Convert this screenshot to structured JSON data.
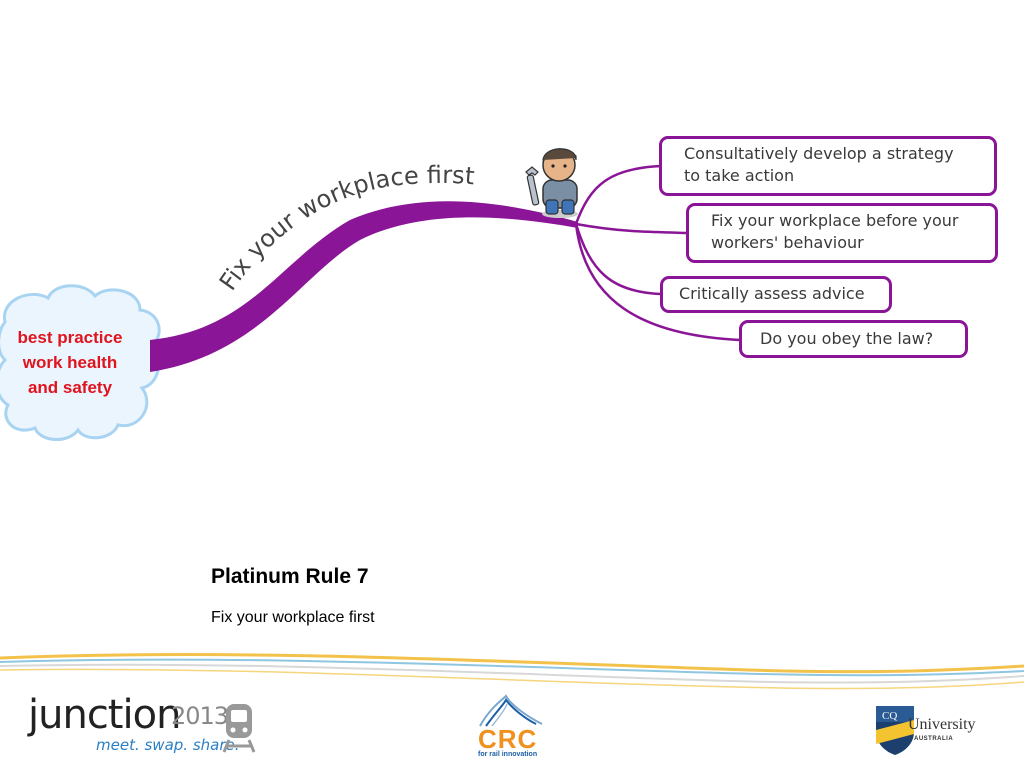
{
  "mindmap": {
    "center": {
      "label_line1": "best practice",
      "label_line2": "work health",
      "label_line3": "and safety"
    },
    "branch": {
      "label": "Fix your workplace first",
      "icon": "worker-with-wrench-icon",
      "color": "#8a1596"
    },
    "children": [
      {
        "line1": "Consultatively develop a strategy",
        "line2": "to take action"
      },
      {
        "line1": "Fix your workplace before your",
        "line2": "workers' behaviour"
      },
      {
        "line1": "Critically assess advice"
      },
      {
        "line1": "Do you obey the law?"
      }
    ]
  },
  "slide": {
    "title": "Platinum Rule 7",
    "subtitle": "Fix your workplace first"
  },
  "footer": {
    "junction": {
      "word": "junction",
      "year": "2013",
      "tagline": "meet. swap. share."
    },
    "crc": {
      "name": "CRC",
      "tagline": "for rail innovation"
    },
    "cqu": {
      "mark": "CQ",
      "name": "University",
      "country": "AUSTRALIA"
    }
  },
  "colors": {
    "accent": "#8a1596",
    "center_text": "#e0141e",
    "cloud": "#cfe7f8"
  }
}
